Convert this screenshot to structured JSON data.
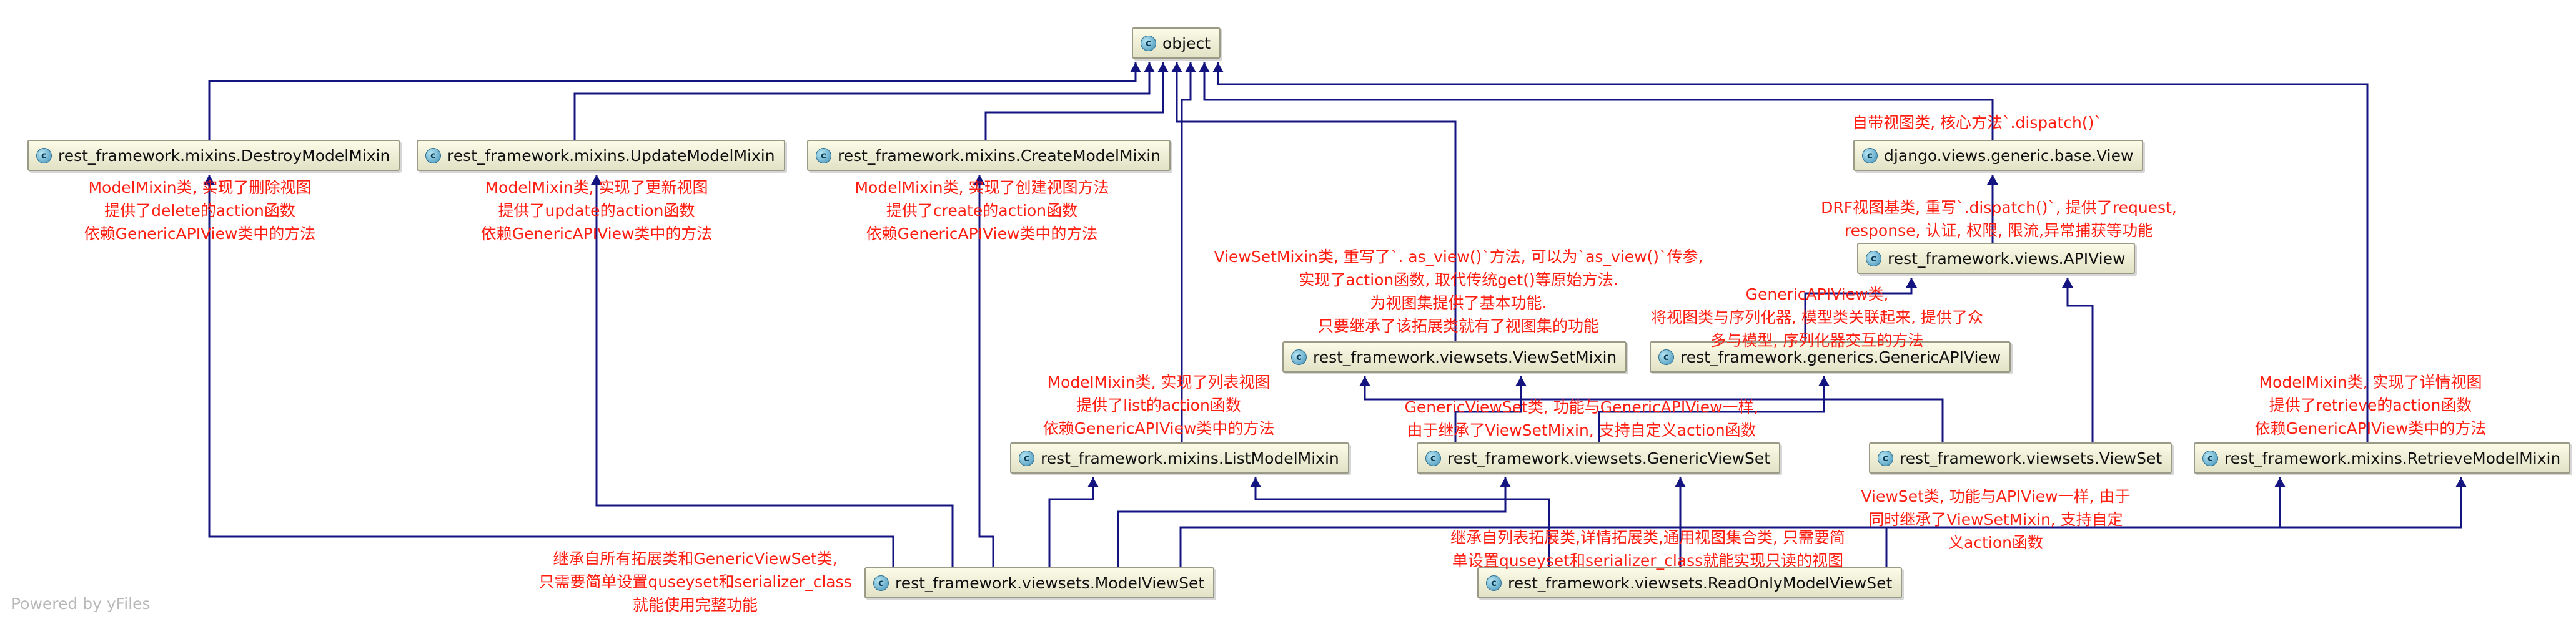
{
  "nodes": {
    "object": "object",
    "destroy": "rest_framework.mixins.DestroyModelMixin",
    "update": "rest_framework.mixins.UpdateModelMixin",
    "create": "rest_framework.mixins.CreateModelMixin",
    "view": "django.views.generic.base.View",
    "apiview": "rest_framework.views.APIView",
    "viewsetmixin": "rest_framework.viewsets.ViewSetMixin",
    "genericapiview": "rest_framework.generics.GenericAPIView",
    "list": "rest_framework.mixins.ListModelMixin",
    "genericviewset": "rest_framework.viewsets.GenericViewSet",
    "viewset": "rest_framework.viewsets.ViewSet",
    "retrieve": "rest_framework.mixins.RetrieveModelMixin",
    "modelviewset": "rest_framework.viewsets.ModelViewSet",
    "readonly": "rest_framework.viewsets.ReadOnlyModelViewSet"
  },
  "class_icon_letter": "c",
  "notes": {
    "destroy": [
      "ModelMixin类, 实现了删除视图",
      "提供了delete的action函数",
      "依赖GenericAPIView类中的方法"
    ],
    "update": [
      "ModelMixin类, 实现了更新视图",
      "提供了update的action函数",
      "依赖GenericAPIView类中的方法"
    ],
    "create": [
      "ModelMixin类, 实现了创建视图方法",
      "提供了create的action函数",
      "依赖GenericAPIView类中的方法"
    ],
    "view": [
      "自带视图类, 核心方法`.dispatch()`"
    ],
    "apiview": [
      "DRF视图基类, 重写`.dispatch()`, 提供了request,",
      "response, 认证, 权限, 限流,异常捕获等功能"
    ],
    "viewsetmixin": [
      "ViewSetMixin类, 重写了`. as_view()`方法, 可以为`as_view()`传参,",
      "实现了action函数, 取代传统get()等原始方法.",
      "为视图集提供了基本功能.",
      "只要继承了该拓展类就有了视图集的功能"
    ],
    "genericapiview": [
      "GenericAPIView类,",
      "将视图类与序列化器, 模型类关联起来, 提供了众",
      "多与模型, 序列化器交互的方法"
    ],
    "list": [
      "ModelMixin类, 实现了列表视图",
      "提供了list的action函数",
      "依赖GenericAPIView类中的方法"
    ],
    "genericviewset": [
      "GenericViewSet类, 功能与GenericAPIView一样,",
      "由于继承了ViewSetMixin, 支持自定义action函数"
    ],
    "retrieve": [
      "ModelMixin类, 实现了详情视图",
      "提供了retrieve的action函数",
      "依赖GenericAPIView类中的方法"
    ],
    "viewset": [
      "ViewSet类, 功能与APIView一样, 由于",
      "同时继承了ViewSetMixin, 支持自定",
      "义action函数"
    ],
    "readonly": [
      "继承自列表拓展类,详情拓展类,通用视图集合类, 只需要简",
      "单设置quseyset和serializer_class就能实现只读的视图"
    ],
    "modelviewset": [
      "继承自所有拓展类和GenericViewSet类,",
      "只需要简单设置quseyset和serializer_class",
      "就能使用完整功能"
    ]
  },
  "footer": "Powered by yFiles",
  "colors": {
    "edge": "#141480",
    "note": "#ff1e12",
    "node_border": "#9a9a86"
  }
}
